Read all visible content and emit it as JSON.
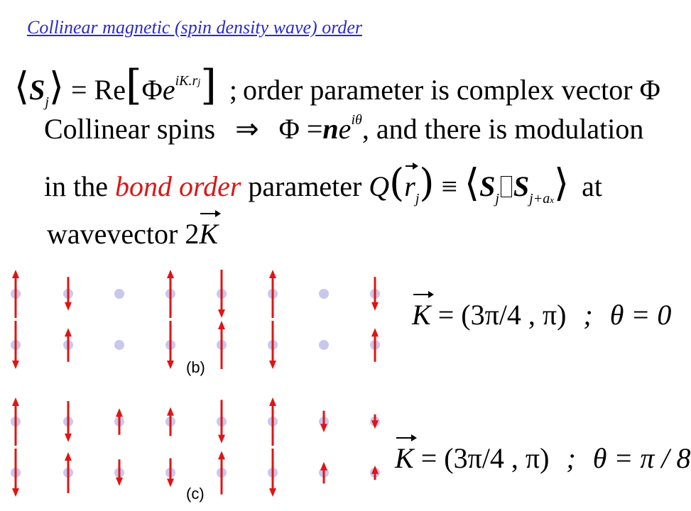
{
  "title": "Collinear magnetic (spin density wave) order",
  "line1": {
    "lhs": "S",
    "lhs_sub": "j",
    "eq": "= Re",
    "phi": "Φ",
    "e": "e",
    "exp": "iK.r",
    "exp_sub": "j",
    "semicolon": ";",
    "text": "order parameter is complex vector",
    "phi2": "Φ"
  },
  "line2": {
    "text_a": "Collinear spins",
    "implies": "⇒",
    "phi": "Φ",
    "eq": "=",
    "n": "n",
    "e": "e",
    "exp": "iθ",
    "comma": ",",
    "text_b": "and there is modulation"
  },
  "line3": {
    "text_a": "in the",
    "bond_order": "bond order",
    "text_b": "parameter",
    "Q": "Q",
    "r": "r",
    "r_sub": "j",
    "equiv": "≡",
    "S1": "S",
    "S1_sub": "j",
    "dot": "",
    "S2": "S",
    "S2_sub": "j+a",
    "S2_subsub": "x",
    "at": "at"
  },
  "line4": {
    "text": "wavevector 2",
    "K": "K"
  },
  "panel_b": {
    "label": "(b)",
    "K": "K",
    "eq": "= (3π/4 , π)",
    "semicolon": ";",
    "theta": "θ = 0"
  },
  "panel_c": {
    "label": "(c)",
    "K": "K",
    "eq": "= (3π/4 , π)",
    "semicolon": ";",
    "theta": "θ = π / 8"
  },
  "colors": {
    "title": "#2a2ac8",
    "arrow": "#e01414",
    "site": "#c8c8ee",
    "bond_order": "#d81818"
  },
  "lattice": {
    "panel_b": {
      "rows": [
        [
          1,
          -0.7,
          0,
          1,
          -1,
          1,
          0,
          -0.7
        ],
        [
          -1,
          0.7,
          0,
          -1,
          1,
          -1,
          0,
          0.7
        ]
      ]
    },
    "panel_c": {
      "rows": [
        [
          1,
          -0.85,
          0.55,
          0.6,
          -0.9,
          1,
          -0.45,
          -0.3
        ],
        [
          -1,
          0.85,
          -0.55,
          -0.6,
          0.9,
          -1,
          0.45,
          0.3
        ]
      ]
    }
  }
}
